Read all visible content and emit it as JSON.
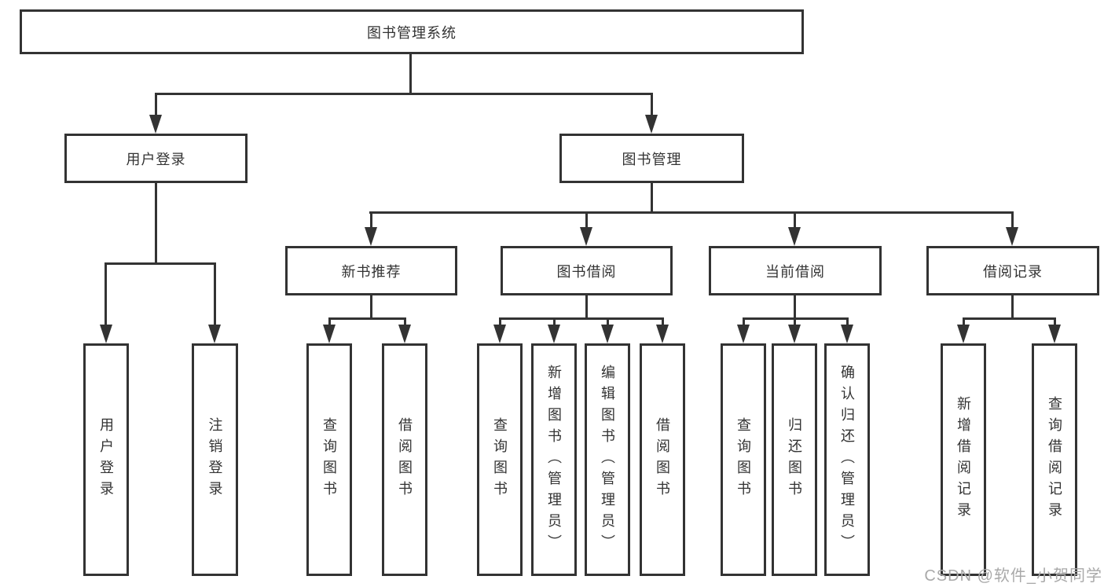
{
  "chart": {
    "root": "图书管理系统",
    "branches": [
      {
        "label": "用户登录",
        "children": [
          "用户登录",
          "注销登录"
        ]
      },
      {
        "label": "图书管理",
        "groups": [
          {
            "label": "新书推荐",
            "children": [
              "查询图书",
              "借阅图书"
            ]
          },
          {
            "label": "图书借阅",
            "children": [
              "查询图书",
              "新增图书（管理员）",
              "编辑图书（管理员）",
              "借阅图书"
            ]
          },
          {
            "label": "当前借阅",
            "children": [
              "查询图书",
              "归还图书",
              "确认归还（管理员）"
            ]
          },
          {
            "label": "借阅记录",
            "children": [
              "新增借阅记录",
              "查询借阅记录"
            ]
          }
        ]
      }
    ]
  },
  "watermark": "CSDN @软件_小贺同学",
  "colors": {
    "line": "#333333",
    "box_border": "#333333",
    "text": "#333333",
    "watermark": "#a9a9a9",
    "background": "#ffffff"
  }
}
